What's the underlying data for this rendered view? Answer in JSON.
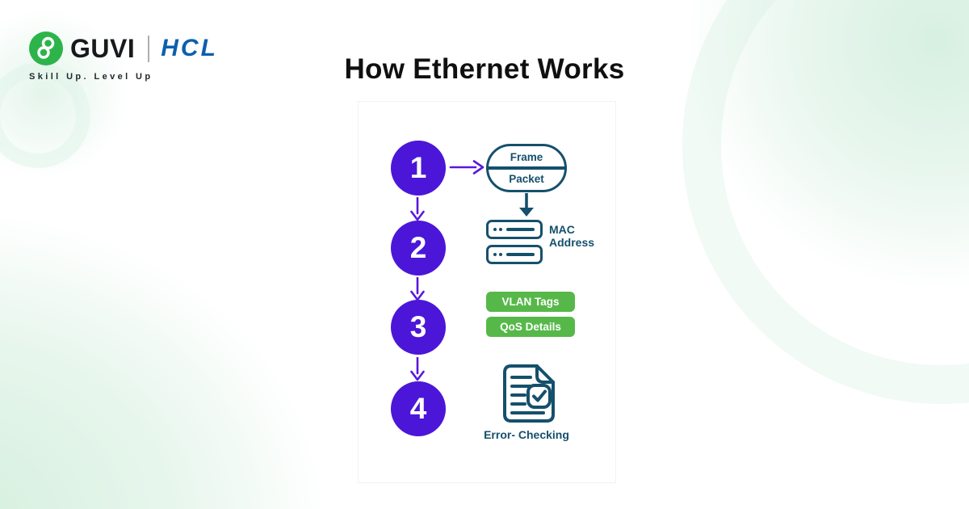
{
  "brand": {
    "guvi_text": "GUVI",
    "hcl_text": "HCL",
    "tagline": "Skill Up. Level Up",
    "icon": "guvi-g-icon",
    "guvi_green": "#2cb44a",
    "hcl_blue": "#0d5fad"
  },
  "title": "How Ethernet Works",
  "colors": {
    "step_purple": "#4b16d8",
    "diagram_teal": "#15506c",
    "tag_green": "#57b84a",
    "background_green": "#d7f0e1"
  },
  "steps": [
    {
      "number": "1",
      "visual": "frame-packet-capsule",
      "labels": [
        "Frame",
        "Packet"
      ]
    },
    {
      "number": "2",
      "visual": "network-interface-bars",
      "label": "MAC Address"
    },
    {
      "number": "3",
      "visual": "priority-tags",
      "labels": [
        "VLAN Tags",
        "QoS Details"
      ]
    },
    {
      "number": "4",
      "visual": "error-checking-document",
      "label": "Error- Checking"
    }
  ]
}
